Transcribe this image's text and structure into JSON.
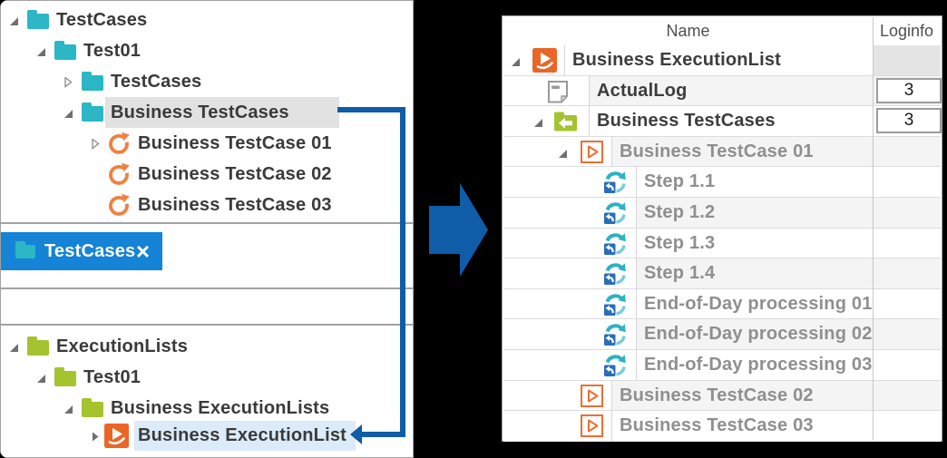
{
  "left": {
    "top_tree": {
      "rows": [
        {
          "label": "TestCases",
          "level": 0,
          "expander": "expanded",
          "icon": "folder-teal"
        },
        {
          "label": "Test01",
          "level": 1,
          "expander": "expanded",
          "icon": "folder-teal"
        },
        {
          "label": "TestCases",
          "level": 2,
          "expander": "collapsed",
          "icon": "folder-teal"
        },
        {
          "label": "Business TestCases",
          "level": 2,
          "expander": "expanded",
          "icon": "folder-teal",
          "highlight": "gray"
        },
        {
          "label": "Business TestCase 01",
          "level": 3,
          "expander": "collapsed",
          "icon": "testcase-refresh-orange"
        },
        {
          "label": "Business TestCase 02",
          "level": 3,
          "expander": "none",
          "icon": "testcase-refresh-orange"
        },
        {
          "label": "Business TestCase 03",
          "level": 3,
          "expander": "none",
          "icon": "testcase-refresh-orange"
        }
      ]
    },
    "tab": {
      "label": "TestCases",
      "close": "×",
      "icon": "folder-teal",
      "color": "#1583d6"
    },
    "bottom_tree": {
      "rows": [
        {
          "label": "ExecutionLists",
          "level": 0,
          "expander": "expanded",
          "icon": "folder-olive"
        },
        {
          "label": "Test01",
          "level": 1,
          "expander": "expanded",
          "icon": "folder-olive"
        },
        {
          "label": "Business ExecutionLists",
          "level": 2,
          "expander": "expanded",
          "icon": "folder-olive"
        },
        {
          "label": "Business ExecutionList",
          "level": 3,
          "expander": "collapsed",
          "icon": "executionlist-orange",
          "highlight": "blue"
        }
      ]
    }
  },
  "table": {
    "columns": [
      "Name",
      "Loginfo"
    ],
    "rows": [
      {
        "name": "Business ExecutionList",
        "loginfo": "",
        "icon": "executionlist-orange",
        "level": 0,
        "expander": "expanded",
        "text": "dark",
        "loginfo_cell": "gray-fill"
      },
      {
        "name": "ActualLog",
        "loginfo": "3",
        "icon": "log-page",
        "level": 1,
        "expander": "none",
        "text": "dark",
        "loginfo_cell": "box"
      },
      {
        "name": "Business TestCases",
        "loginfo": "3",
        "icon": "folder-olive-arrow",
        "level": 1,
        "expander": "expanded",
        "text": "dark",
        "loginfo_cell": "box"
      },
      {
        "name": "Business TestCase 01",
        "loginfo": "",
        "icon": "play-outline-orange",
        "level": 2,
        "expander": "expanded",
        "text": "gray"
      },
      {
        "name": "Step 1.1",
        "loginfo": "",
        "icon": "step-loop",
        "level": 3,
        "expander": "none",
        "text": "gray"
      },
      {
        "name": "Step 1.2",
        "loginfo": "",
        "icon": "step-loop",
        "level": 3,
        "expander": "none",
        "text": "gray"
      },
      {
        "name": "Step 1.3",
        "loginfo": "",
        "icon": "step-loop",
        "level": 3,
        "expander": "none",
        "text": "gray"
      },
      {
        "name": "Step 1.4",
        "loginfo": "",
        "icon": "step-loop",
        "level": 3,
        "expander": "none",
        "text": "gray"
      },
      {
        "name": "End-of-Day processing 01",
        "loginfo": "",
        "icon": "step-loop",
        "level": 3,
        "expander": "none",
        "text": "gray"
      },
      {
        "name": "End-of-Day processing 02",
        "loginfo": "",
        "icon": "step-loop",
        "level": 3,
        "expander": "none",
        "text": "gray"
      },
      {
        "name": "End-of-Day processing 03",
        "loginfo": "",
        "icon": "step-loop",
        "level": 3,
        "expander": "none",
        "text": "gray"
      },
      {
        "name": "Business TestCase 02",
        "loginfo": "",
        "icon": "play-outline-orange",
        "level": 2,
        "expander": "none",
        "text": "gray"
      },
      {
        "name": "Business TestCase 03",
        "loginfo": "",
        "icon": "play-outline-orange",
        "level": 2,
        "expander": "none",
        "text": "gray"
      }
    ]
  },
  "colors": {
    "folder_teal": "#2bb7c5",
    "folder_olive": "#a4c32f",
    "orange_square": "#ea6627",
    "orange_refresh": "#f0803f",
    "orange_outline": "#ed6e31",
    "step_teal": "#2cb2c4",
    "step_teal_light": "#79ccd6",
    "step_blue": "#2a6db8",
    "tab_blue": "#1583d6",
    "arrow_blue": "#0f5ca8",
    "highlight_gray": "#e2e2e2",
    "highlight_blue": "#dcebf9"
  }
}
